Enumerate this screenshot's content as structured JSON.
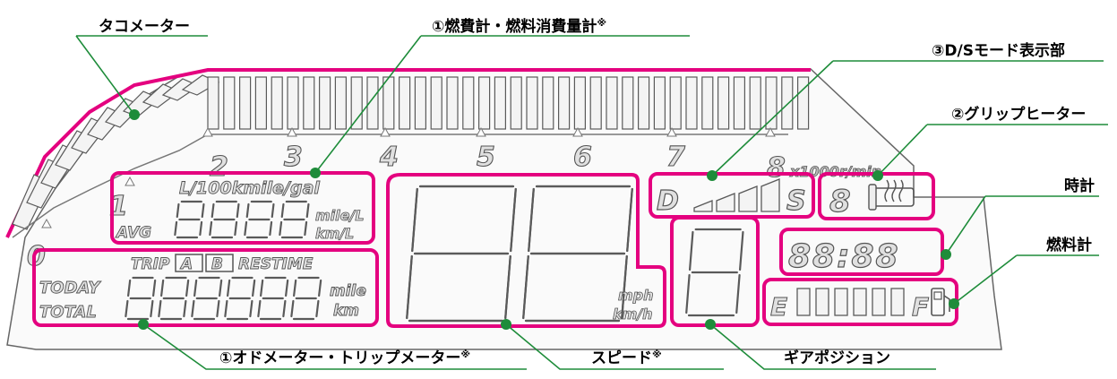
{
  "colors": {
    "highlight": "#e4007f",
    "leader": "#1e8c3a",
    "segment_outline": "#5a5a5a",
    "segment_fill": "#f4f4f4",
    "text": "#000000"
  },
  "callouts": {
    "tachometer": "タコメーター",
    "fuel_consumption": "①燃費計・燃料消費量計",
    "ds_mode": "③D/Sモード表示部",
    "grip_heater": "②グリップヒーター",
    "clock": "時計",
    "fuel_gauge": "燃料計",
    "odo_trip": "①オドメーター・トリップメーター",
    "speed": "スピード",
    "gear_position": "ギアポジション",
    "note_mark": "※"
  },
  "lcd": {
    "rpm_ticks": [
      "0",
      "1",
      "2",
      "3",
      "4",
      "5",
      "6",
      "7",
      "8"
    ],
    "rpm_unit": "x1000r/min",
    "fuel_units_top": "L/100kmile/gal",
    "avg": "AVG",
    "digits4": "8888",
    "unit_mile_l": "mile/L",
    "unit_km_l": "km/L",
    "trip": "TRIP",
    "trip_a": "A",
    "trip_b": "B",
    "restime": "RESTIME",
    "today": "TODAY",
    "total": "TOTAL",
    "odo_digits": "888888",
    "unit_mile": "mile",
    "unit_km": "km",
    "speed_unit_mph": "mph",
    "speed_unit_kmh": "km/h",
    "mode_d": "D",
    "mode_s": "S",
    "clock_digits": "88:88",
    "fuel_e": "E",
    "fuel_f": "F",
    "grip_digit": "8"
  }
}
